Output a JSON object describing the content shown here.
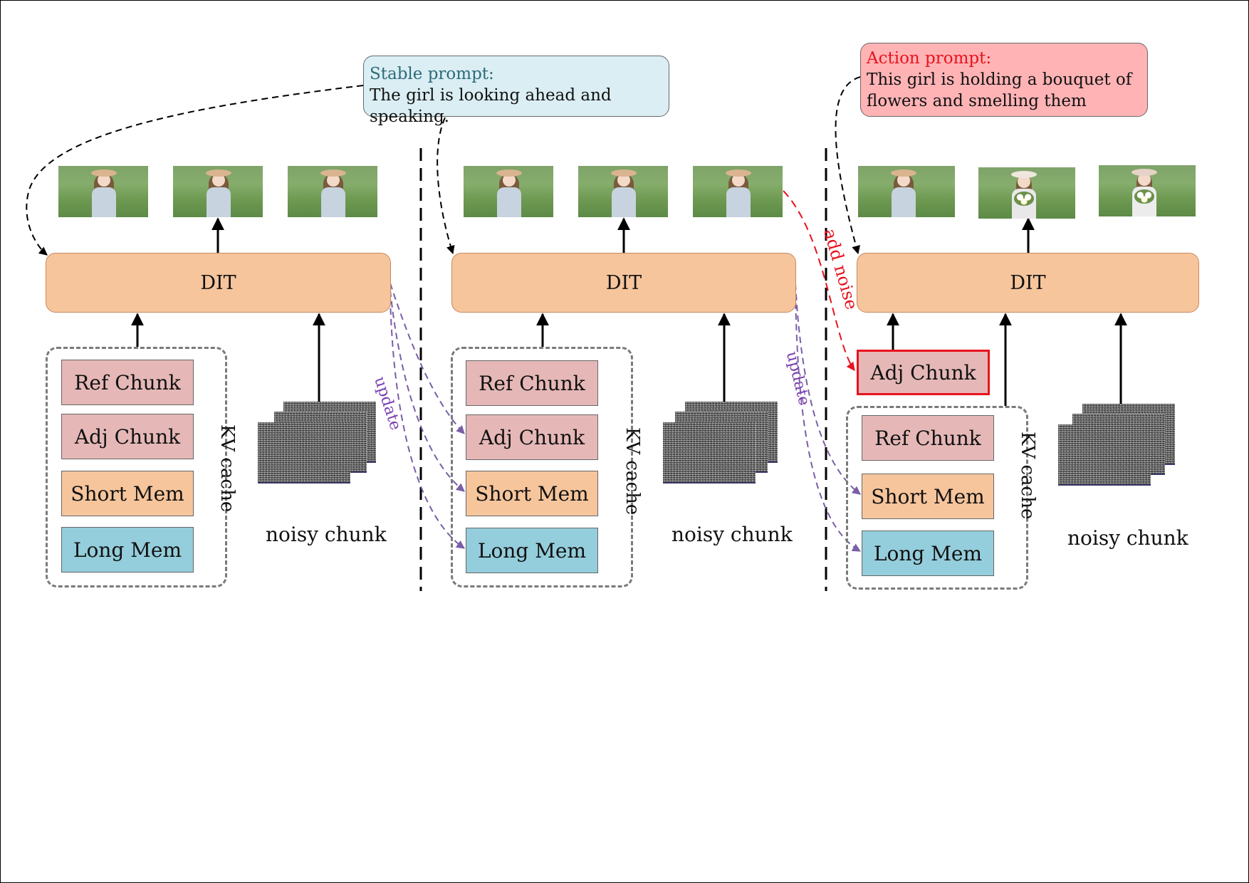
{
  "prompts": {
    "stable": {
      "heading": "Stable prompt:",
      "text": "The girl is looking ahead and speaking."
    },
    "action": {
      "heading": "Action prompt:",
      "line1": "This girl is holding a bouquet of",
      "line2": "flowers and smelling them"
    }
  },
  "stages": [
    {
      "dit_label": "DIT",
      "kv_cache_label": "KV cache",
      "chunks": [
        "Ref Chunk",
        "Adj Chunk",
        "Short Mem",
        "Long Mem"
      ],
      "noisy_label": "noisy chunk"
    },
    {
      "dit_label": "DIT",
      "kv_cache_label": "KV cache",
      "chunks": [
        "Ref Chunk",
        "Adj Chunk",
        "Short Mem",
        "Long Mem"
      ],
      "noisy_label": "noisy chunk"
    },
    {
      "dit_label": "DIT",
      "kv_cache_label": "KV cache",
      "adj_chunk": "Adj Chunk",
      "chunks": [
        "Ref Chunk",
        "Short Mem",
        "Long Mem"
      ],
      "noisy_label": "noisy chunk"
    }
  ],
  "edge_labels": {
    "update": "update",
    "add_noise": "add noise"
  },
  "colors": {
    "dit": "#f7c59c",
    "ref_adj": "#e5b8b7",
    "short_mem": "#f7c59c",
    "long_mem": "#94cddb",
    "stable_prompt": "#daeef3",
    "action_prompt": "#ffb3b5",
    "update_arrow": "#7a5ea8",
    "add_noise_arrow": "#e8131d"
  }
}
